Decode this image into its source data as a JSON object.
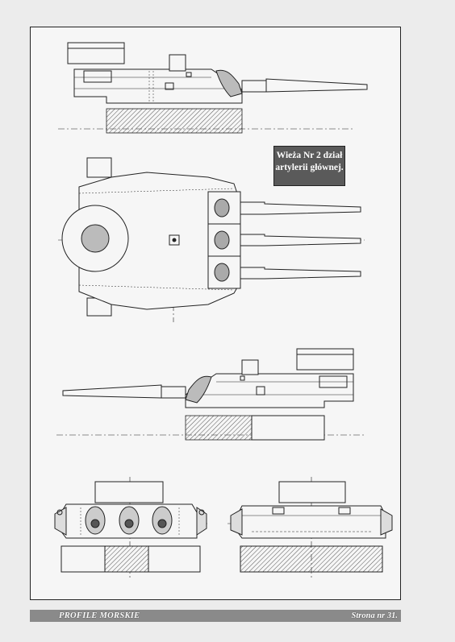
{
  "caption": {
    "line1": "Wieża Nr 2 dział",
    "line2": "artylerii głównej."
  },
  "footer": {
    "left_text": "PROFILE MORSKIE",
    "right_text": "Strona nr 31."
  },
  "colors": {
    "page_background": "#ececec",
    "frame_background": "#f6f6f6",
    "caption_background": "#5a5a5a",
    "footer_bar": "#8a8a8a",
    "line_color": "#222222"
  },
  "drawings": [
    "turret-side-view-right",
    "turret-top-view",
    "turret-side-view-left",
    "turret-front-view",
    "turret-rear-view"
  ]
}
